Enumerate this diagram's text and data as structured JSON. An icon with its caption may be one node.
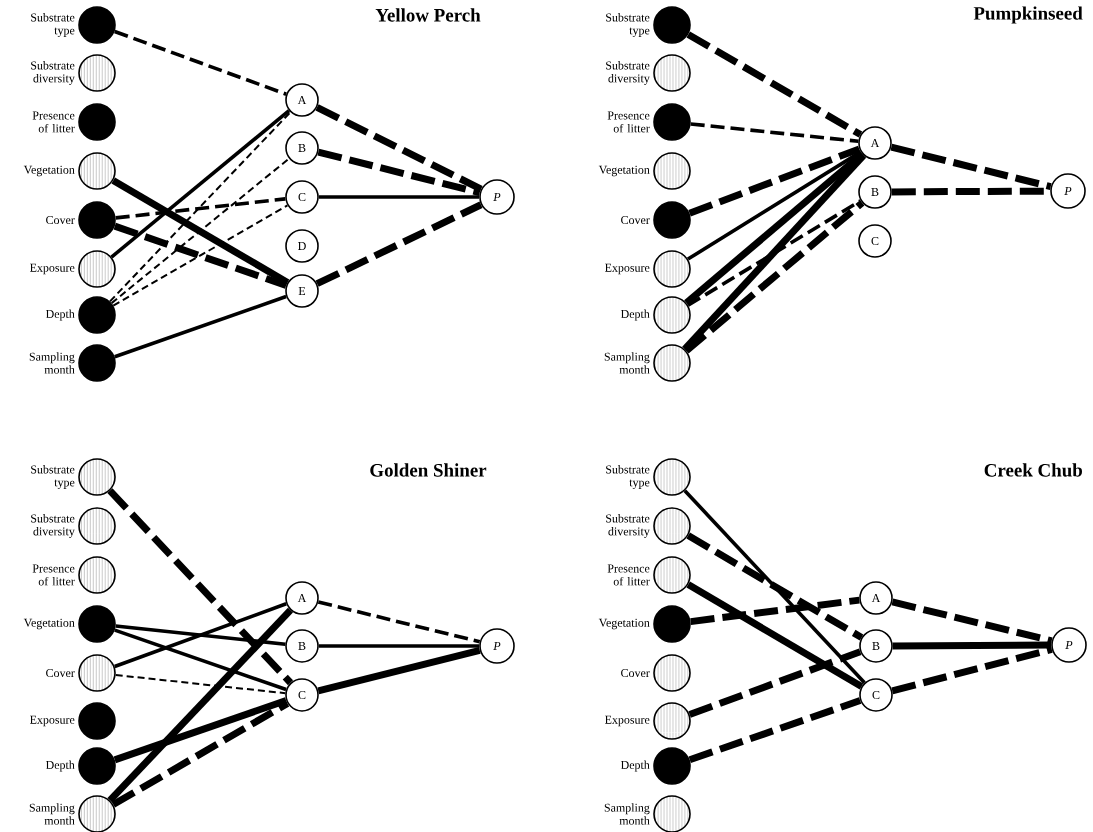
{
  "diagram": {
    "nodes": [
      {
        "text": [],
        "shape": "circle",
        "beside": [
          "Substrate type"
        ]
      },
      {
        "text": [],
        "shape": "circle",
        "beside": [
          "Substrate diversity"
        ]
      },
      {
        "text": [],
        "shape": "circle",
        "beside": [
          "Presence of litter"
        ]
      },
      {
        "text": [],
        "shape": "circle",
        "beside": [
          "Vegetation"
        ]
      },
      {
        "text": [],
        "shape": "circle",
        "beside": [
          "Cover"
        ]
      },
      {
        "text": [],
        "shape": "circle",
        "beside": [
          "Exposure"
        ]
      },
      {
        "text": [],
        "shape": "circle",
        "beside": [
          "Depth"
        ]
      },
      {
        "text": [],
        "shape": "circle",
        "beside": [
          "Sampling month"
        ]
      },
      {
        "text": [
          "A"
        ]
      },
      {
        "text": [
          "B"
        ]
      },
      {
        "text": [
          "C"
        ]
      },
      {
        "text": [
          "D"
        ]
      },
      {
        "text": [
          "E"
        ]
      },
      {
        "text": [
          "P"
        ]
      },
      {
        "text": [],
        "shape": "circle",
        "beside": [
          "Substrate type"
        ]
      },
      {
        "text": [],
        "shape": "circle",
        "beside": [
          "Substrate diversity"
        ]
      },
      {
        "text": [],
        "shape": "circle",
        "beside": [
          "Presence of litter"
        ]
      },
      {
        "text": [],
        "shape": "circle",
        "beside": [
          "Vegetation"
        ]
      },
      {
        "text": [],
        "shape": "circle",
        "beside": [
          "Cover"
        ]
      },
      {
        "text": [],
        "shape": "circle",
        "beside": [
          "Exposure"
        ]
      },
      {
        "text": [],
        "shape": "circle",
        "beside": [
          "Depth"
        ]
      },
      {
        "text": [],
        "shape": "circle",
        "beside": [
          "Sampling month"
        ]
      },
      {
        "text": [
          "A"
        ]
      },
      {
        "text": [
          "B"
        ]
      },
      {
        "text": [
          "C"
        ]
      },
      {
        "text": [
          "P"
        ]
      },
      {
        "text": [],
        "shape": "circle",
        "beside": [
          "Substrate type"
        ]
      },
      {
        "text": [],
        "shape": "circle",
        "beside": [
          "Substrate diversity"
        ]
      },
      {
        "text": [],
        "shape": "circle",
        "beside": [
          "Presence of litter"
        ]
      },
      {
        "text": [],
        "shape": "circle",
        "beside": [
          "Vegetation"
        ]
      },
      {
        "text": [],
        "shape": "circle",
        "beside": [
          "Cover"
        ]
      },
      {
        "text": [],
        "shape": "circle",
        "beside": [
          "Exposure"
        ]
      },
      {
        "text": [],
        "shape": "circle",
        "beside": [
          "Depth"
        ]
      },
      {
        "text": [],
        "shape": "circle",
        "beside": [
          "Sampling month"
        ]
      },
      {
        "text": [
          "A"
        ]
      },
      {
        "text": [
          "B"
        ]
      },
      {
        "text": [
          "C"
        ]
      },
      {
        "text": [
          "P"
        ]
      },
      {
        "text": [],
        "shape": "circle",
        "beside": [
          "Substrate type"
        ]
      },
      {
        "text": [],
        "shape": "circle",
        "beside": [
          "Substrate diversity"
        ]
      },
      {
        "text": [],
        "shape": "circle",
        "beside": [
          "Presence of litter"
        ]
      },
      {
        "text": [],
        "shape": "circle",
        "beside": [
          "Vegetation"
        ]
      },
      {
        "text": [],
        "shape": "circle",
        "beside": [
          "Cover"
        ]
      },
      {
        "text": [],
        "shape": "circle",
        "beside": [
          "Exposure"
        ]
      },
      {
        "text": [],
        "shape": "circle",
        "beside": [
          "Depth"
        ]
      },
      {
        "text": [],
        "shape": "circle",
        "beside": [
          "Sampling month"
        ]
      },
      {
        "text": [
          "A"
        ]
      },
      {
        "text": [
          "B"
        ]
      },
      {
        "text": [
          "C"
        ]
      },
      {
        "text": [
          "P"
        ]
      }
    ],
    "edges": [
      {
        "from": 0,
        "to": 8,
        "arrow": "none",
        "style": "dashed"
      },
      {
        "from": 3,
        "to": 12,
        "arrow": "none"
      },
      {
        "from": 4,
        "to": 10,
        "arrow": "none",
        "style": "dashed"
      },
      {
        "from": 4,
        "to": 12,
        "arrow": "none",
        "style": "dashed"
      },
      {
        "from": 5,
        "to": 8,
        "arrow": "none"
      },
      {
        "from": 6,
        "to": 8,
        "arrow": "none",
        "style": "dashed"
      },
      {
        "from": 6,
        "to": 9,
        "arrow": "none",
        "style": "dashed"
      },
      {
        "from": 6,
        "to": 10,
        "arrow": "none",
        "style": "dashed"
      },
      {
        "from": 7,
        "to": 12,
        "arrow": "none"
      },
      {
        "from": 8,
        "to": 13,
        "arrow": "none",
        "style": "dashed"
      },
      {
        "from": 9,
        "to": 13,
        "arrow": "none",
        "style": "dashed"
      },
      {
        "from": 10,
        "to": 13,
        "arrow": "none"
      },
      {
        "from": 12,
        "to": 13,
        "arrow": "none",
        "style": "dashed"
      },
      {
        "from": 14,
        "to": 22,
        "arrow": "none",
        "style": "dashed"
      },
      {
        "from": 16,
        "to": 22,
        "arrow": "none",
        "style": "dashed"
      },
      {
        "from": 18,
        "to": 22,
        "arrow": "none",
        "style": "dashed"
      },
      {
        "from": 19,
        "to": 22,
        "arrow": "none"
      },
      {
        "from": 20,
        "to": 22,
        "arrow": "none"
      },
      {
        "from": 20,
        "to": 23,
        "arrow": "none",
        "style": "dashed"
      },
      {
        "from": 21,
        "to": 22,
        "arrow": "none"
      },
      {
        "from": 21,
        "to": 23,
        "arrow": "none",
        "style": "dashed"
      },
      {
        "from": 22,
        "to": 25,
        "arrow": "none",
        "style": "dashed"
      },
      {
        "from": 23,
        "to": 25,
        "arrow": "none",
        "style": "dashed"
      },
      {
        "from": 26,
        "to": 36,
        "arrow": "none",
        "style": "dashed"
      },
      {
        "from": 29,
        "to": 35,
        "arrow": "none"
      },
      {
        "from": 29,
        "to": 36,
        "arrow": "none"
      },
      {
        "from": 30,
        "to": 34,
        "arrow": "none"
      },
      {
        "from": 30,
        "to": 36,
        "arrow": "none",
        "style": "dashed"
      },
      {
        "from": 32,
        "to": 36,
        "arrow": "none"
      },
      {
        "from": 33,
        "to": 34,
        "arrow": "none"
      },
      {
        "from": 33,
        "to": 36,
        "arrow": "none",
        "style": "dashed"
      },
      {
        "from": 34,
        "to": 37,
        "arrow": "none",
        "style": "dashed"
      },
      {
        "from": 35,
        "to": 37,
        "arrow": "none"
      },
      {
        "from": 36,
        "to": 37,
        "arrow": "none"
      },
      {
        "from": 38,
        "to": 48,
        "arrow": "none"
      },
      {
        "from": 39,
        "to": 47,
        "arrow": "none",
        "style": "dashed"
      },
      {
        "from": 40,
        "to": 48,
        "arrow": "none"
      },
      {
        "from": 41,
        "to": 46,
        "arrow": "none",
        "style": "dashed"
      },
      {
        "from": 43,
        "to": 47,
        "arrow": "none",
        "style": "dashed"
      },
      {
        "from": 44,
        "to": 48,
        "arrow": "none",
        "style": "dashed"
      },
      {
        "from": 46,
        "to": 49,
        "arrow": "none",
        "style": "dashed"
      },
      {
        "from": 47,
        "to": 49,
        "arrow": "none"
      },
      {
        "from": 48,
        "to": 49,
        "arrow": "none",
        "style": "dashed"
      }
    ],
    "labels": [
      "Yellow Perch",
      "Pumpkinseed",
      "Golden Shiner",
      "Creek Chub"
    ]
  }
}
